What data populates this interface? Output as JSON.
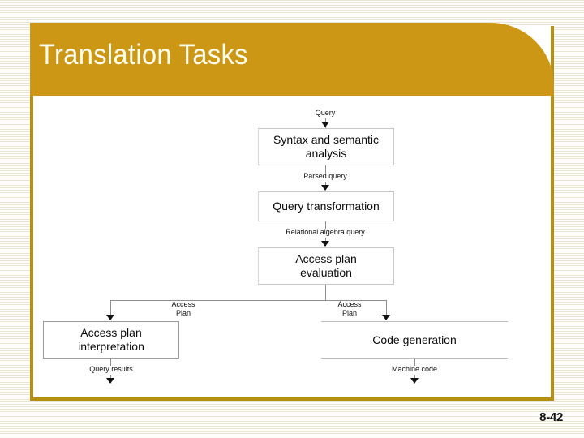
{
  "slide": {
    "title": "Translation Tasks",
    "page_number": "8-42",
    "accent_color": "#cb9714",
    "border_color": "#b5900f",
    "title_color": "#fffff0"
  },
  "diagram": {
    "type": "flowchart",
    "nodes": [
      {
        "id": "syntax",
        "label": "Syntax and semantic\nanalysis"
      },
      {
        "id": "transform",
        "label": "Query transformation"
      },
      {
        "id": "accesseval",
        "label": "Access plan\nevaluation"
      },
      {
        "id": "interpret",
        "label": "Access plan\ninterpretation"
      },
      {
        "id": "codegen",
        "label": "Code generation"
      }
    ],
    "edge_labels": [
      {
        "id": "in",
        "label": "Query"
      },
      {
        "id": "parsed",
        "label": "Parsed query"
      },
      {
        "id": "relalg",
        "label": "Relational algebra query"
      },
      {
        "id": "planleft",
        "label": "Access\nPlan"
      },
      {
        "id": "planright",
        "label": "Access\nPlan"
      },
      {
        "id": "results",
        "label": "Query results"
      },
      {
        "id": "machine",
        "label": "Machine code"
      }
    ]
  }
}
